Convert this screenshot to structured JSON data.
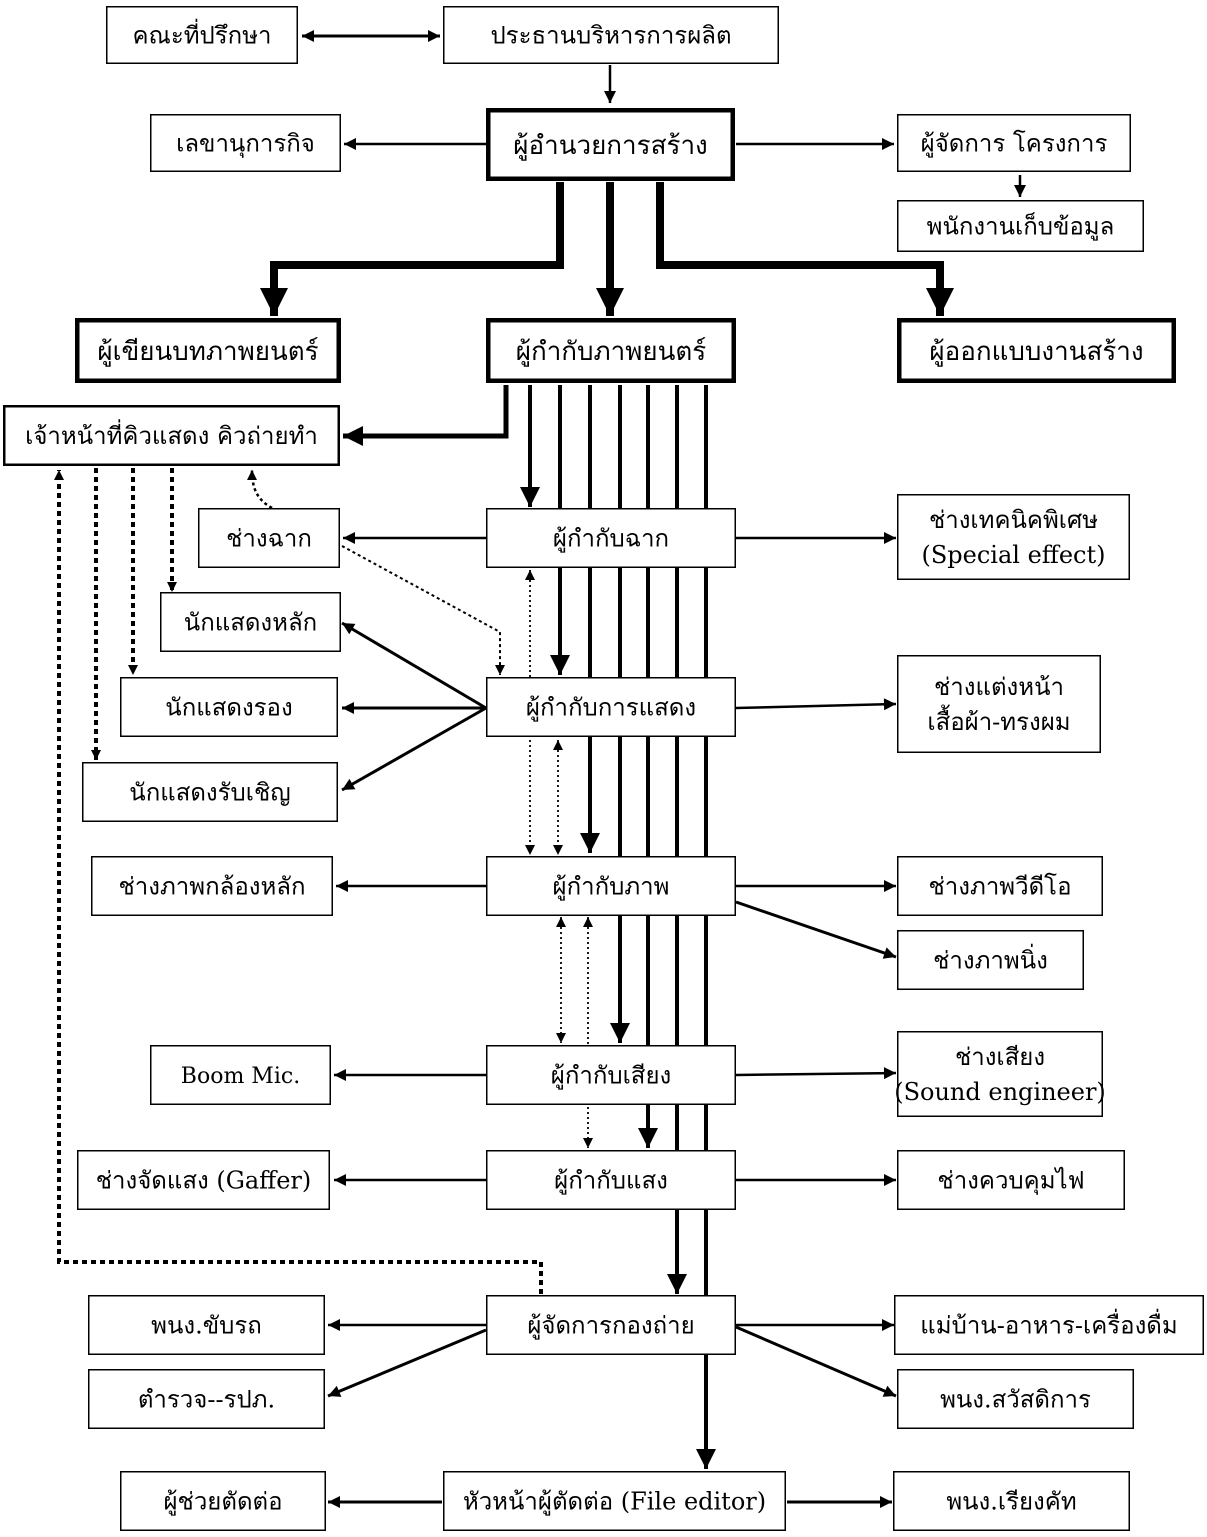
{
  "nodes": [
    {
      "id": "advisors",
      "lines": [
        "คณะที่ปรึกษา"
      ]
    },
    {
      "id": "exec_producer",
      "lines": [
        "ประธานบริหารการผลิต"
      ]
    },
    {
      "id": "secretary",
      "lines": [
        "เลขานุการกิจ"
      ]
    },
    {
      "id": "production_director",
      "lines": [
        "ผู้อำนวยการสร้าง"
      ]
    },
    {
      "id": "project_manager",
      "lines": [
        "ผู้จัดการ โครงการ"
      ]
    },
    {
      "id": "data_staff",
      "lines": [
        "พนักงานเก็บข้อมูล"
      ]
    },
    {
      "id": "screenwriter",
      "lines": [
        "ผู้เขียนบทภาพยนตร์"
      ]
    },
    {
      "id": "film_director",
      "lines": [
        "ผู้กำกับภาพยนตร์"
      ]
    },
    {
      "id": "production_designer",
      "lines": [
        "ผู้ออกแบบงานสร้าง"
      ]
    },
    {
      "id": "cue_officer",
      "lines": [
        "เจ้าหน้าที่คิวแสดง คิวถ่ายทำ"
      ]
    },
    {
      "id": "set_builder",
      "lines": [
        "ช่างฉาก"
      ]
    },
    {
      "id": "art_director",
      "lines": [
        "ผู้กำกับฉาก"
      ]
    },
    {
      "id": "sfx",
      "lines": [
        "ช่างเทคนิคพิเศษ",
        "(Special effect)"
      ]
    },
    {
      "id": "lead_actors",
      "lines": [
        "นักแสดงหลัก"
      ]
    },
    {
      "id": "acting_director",
      "lines": [
        "ผู้กำกับการแสดง"
      ]
    },
    {
      "id": "makeup",
      "lines": [
        "ช่างแต่งหน้า",
        "เสื้อผ้า-ทรงผม"
      ]
    },
    {
      "id": "supporting_actors",
      "lines": [
        "นักแสดงรอง"
      ]
    },
    {
      "id": "guest_actors",
      "lines": [
        "นักแสดงรับเชิญ"
      ]
    },
    {
      "id": "camera_operator",
      "lines": [
        "ช่างภาพกล้องหลัก"
      ]
    },
    {
      "id": "dop",
      "lines": [
        "ผู้กำกับภาพ"
      ]
    },
    {
      "id": "video_operator",
      "lines": [
        "ช่างภาพวีดีโอ"
      ]
    },
    {
      "id": "still_photographer",
      "lines": [
        "ช่างภาพนิ่ง"
      ]
    },
    {
      "id": "boom",
      "lines": [
        "Boom Mic."
      ]
    },
    {
      "id": "sound_director",
      "lines": [
        "ผู้กำกับเสียง"
      ]
    },
    {
      "id": "sound_engineer",
      "lines": [
        "ช่างเสียง",
        "(Sound engineer)"
      ]
    },
    {
      "id": "gaffer",
      "lines": [
        "ช่างจัดแสง (Gaffer)"
      ]
    },
    {
      "id": "lighting_director",
      "lines": [
        "ผู้กำกับแสง"
      ]
    },
    {
      "id": "electrician",
      "lines": [
        "ช่างควบคุมไฟ"
      ]
    },
    {
      "id": "driver",
      "lines": [
        "พนง.ขับรถ"
      ]
    },
    {
      "id": "unit_manager",
      "lines": [
        "ผู้จัดการกองถ่าย"
      ]
    },
    {
      "id": "catering",
      "lines": [
        "แม่บ้าน-อาหาร-เครื่องดื่ม"
      ]
    },
    {
      "id": "police",
      "lines": [
        "ตำรวจ--รปภ."
      ]
    },
    {
      "id": "welfare",
      "lines": [
        "พนง.สวัสดิการ"
      ]
    },
    {
      "id": "assistant_editor",
      "lines": [
        "ผู้ช่วยตัดต่อ"
      ]
    },
    {
      "id": "chief_editor",
      "lines": [
        "หัวหน้าผู้ตัดต่อ (File editor)"
      ]
    },
    {
      "id": "assembler",
      "lines": [
        "พนง.เรียงคัท"
      ]
    }
  ]
}
